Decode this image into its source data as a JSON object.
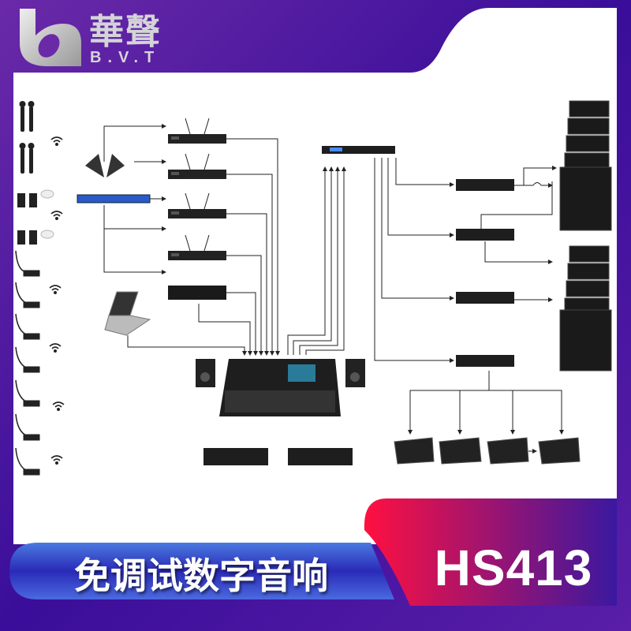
{
  "brand": {
    "name_cn": "華聲",
    "name_en": "B.V.T"
  },
  "banner": {
    "slogan": "免调试数字音响",
    "model": "HS413"
  },
  "colors": {
    "purple": "#4a18a0",
    "blue": "#3a3ad0",
    "red": "#ff1a4a",
    "panel": "#ffffff"
  },
  "icons": [
    "logo-mark",
    "wifi-icon"
  ]
}
